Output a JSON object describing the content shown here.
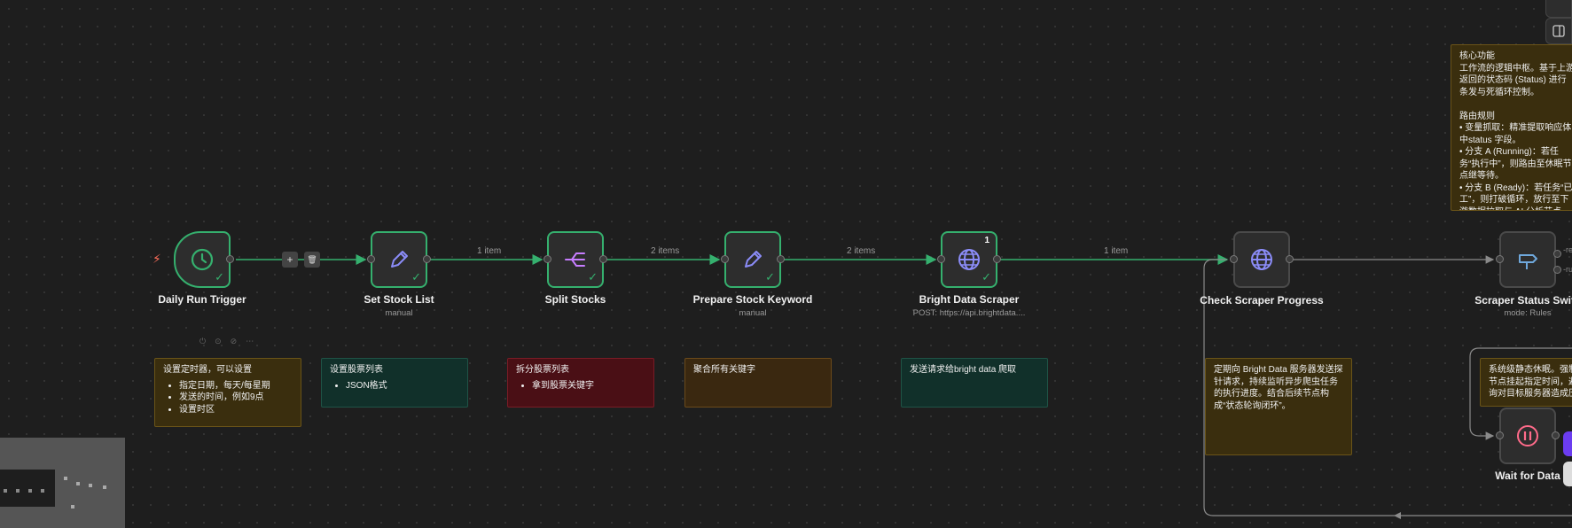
{
  "nodes": [
    {
      "name": "Daily Run Trigger",
      "sub": ""
    },
    {
      "name": "Set Stock List",
      "sub": "manual"
    },
    {
      "name": "Split Stocks",
      "sub": ""
    },
    {
      "name": "Prepare Stock Keyword",
      "sub": "manual"
    },
    {
      "name": "Bright Data Scraper",
      "sub": "POST: https://api.brightdata....",
      "badge": "1"
    },
    {
      "name": "Check Scraper Progress",
      "sub": ""
    },
    {
      "name": "Scraper Status Switc",
      "sub": "mode: Rules"
    },
    {
      "name": "Wait for Data",
      "sub": ""
    }
  ],
  "edges": {
    "e2": "1 item",
    "e3": "2 items",
    "e4": "2 items",
    "e5": "1 item"
  },
  "connector": {
    "add": "+",
    "delete": "🗑"
  },
  "switch_outputs": {
    "o1": "-re",
    "o2": "-ru"
  },
  "stickies": {
    "trigger": {
      "title": "设置定时器，可以设置",
      "items": [
        "指定日期，每天/每星期",
        "发送的时间，例如9点",
        "设置时区"
      ]
    },
    "set_list": {
      "title": "设置股票列表",
      "items": [
        "JSON格式"
      ]
    },
    "split": {
      "title": "拆分股票列表",
      "items": [
        "拿到股票关键字"
      ]
    },
    "aggregate": {
      "title": "聚合所有关键字"
    },
    "request": {
      "title": "发送请求给bright data 爬取"
    },
    "progress": {
      "text": "定期向 Bright Data 服务器发送探针请求，持续监听异步爬虫任务的执行进度。结合后续节点构成“状态轮询闭环”。"
    },
    "wait": {
      "text": "系统级静态休眠。强制节点挂起指定时间，避询对目标服务器造成压"
    },
    "core": {
      "text": "核心功能\n工作流的逻辑中枢。基于上游返回的状态码 (Status) 进行条发与死循环控制。\n\n路由规则\n• 变量抓取：精准提取响应体中status 字段。\n• 分支 A (Running)：若任务“执行中”，则路由至休眠节点继等待。\n• 分支 B (Ready)：若任务“已工”，则打破循环，放行至下游数据拉取与 AI 分析节点。"
    }
  },
  "colors": {
    "success": "#35b06e",
    "canvas": "#1e1e1e",
    "trigger_bolt": "#ff6d5a",
    "icon_purple": "#8b8cf8",
    "icon_blue": "#6fa8dc",
    "icon_pink": "#ff6b8a"
  }
}
